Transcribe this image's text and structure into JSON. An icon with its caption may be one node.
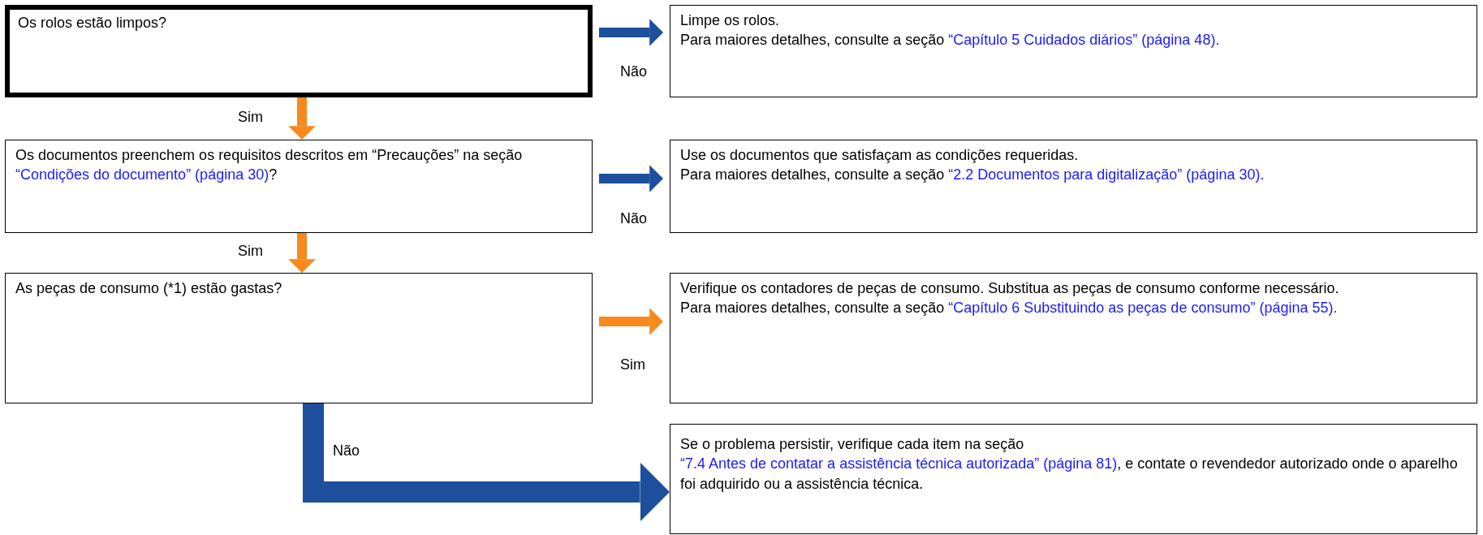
{
  "diagram": {
    "nodes": [
      {
        "text": [
          "Os rolos estão limpos?"
        ]
      },
      {
        "text": [
          "Limpe os rolos.",
          "Para maiores detalhes, consulte a seção",
          "“Capítulo 5 Cuidados diários” (página 48)."
        ]
      },
      {
        "text": [
          "Os documentos preenchem os requisitos descritos em “Precauções” na seção",
          "“Condições do documento” (página 30)",
          "?"
        ]
      },
      {
        "text": [
          "Use os documentos que satisfaçam as condições requeridas.",
          "Para maiores detalhes, consulte a seção",
          "“2.2 Documentos para digitalização” (página 30)."
        ]
      },
      {
        "text": [
          "As peças de consumo (*1) estão gastas?"
        ]
      },
      {
        "text": [
          "Verifique os contadores de peças de consumo. Substitua as peças de consumo conforme necessário.",
          "Para maiores detalhes, consulte a seção",
          "“Capítulo 6 Substituindo as peças de consumo” (página 55)."
        ]
      },
      {
        "text": [
          "Se o problema persistir, verifique cada item na seção",
          "“7.4 Antes de contatar a assistência técnica autorizada” (página 81)",
          ", e contate o revendedor autorizado onde o aparelho foi adquirido ou a assistência técnica."
        ]
      }
    ],
    "edges": [
      {
        "from": 0,
        "to": 1,
        "arrow": "to",
        "label": "Não"
      },
      {
        "from": 0,
        "to": 2,
        "arrow": "to",
        "label": "Sim",
        "color": "#f7891e"
      },
      {
        "from": 2,
        "to": 3,
        "arrow": "to",
        "label": "Não"
      },
      {
        "from": 2,
        "to": 4,
        "arrow": "to",
        "label": "Sim",
        "color": "#f7891e"
      },
      {
        "from": 4,
        "to": 5,
        "arrow": "to",
        "label": "Sim",
        "color": "#f7891e"
      },
      {
        "from": 4,
        "to": 6,
        "arrow": "to",
        "label": "Não",
        "style": "thick"
      }
    ]
  }
}
